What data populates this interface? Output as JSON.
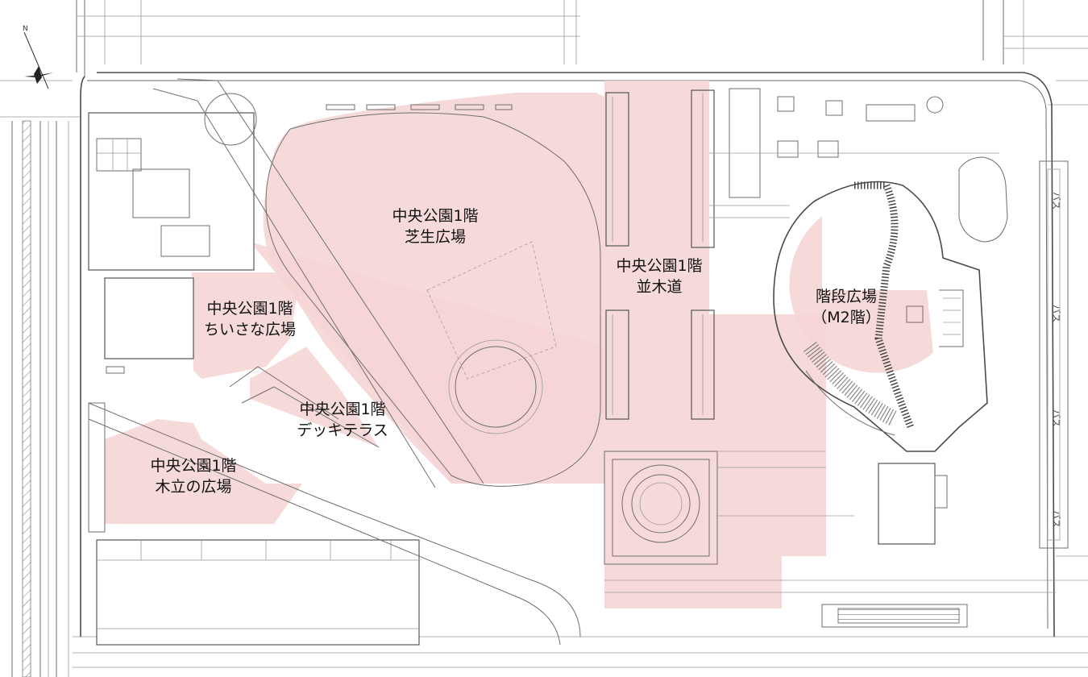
{
  "map": {
    "compass": {
      "letter": "N"
    },
    "areas": [
      {
        "id": "lawn",
        "lines": [
          "中央公園1階",
          "芝生広場"
        ]
      },
      {
        "id": "avenue",
        "lines": [
          "中央公園1階",
          "並木道"
        ]
      },
      {
        "id": "stairs",
        "lines": [
          "階段広場",
          "（M2階）"
        ]
      },
      {
        "id": "small",
        "lines": [
          "中央公園1階",
          "ちいさな広場"
        ]
      },
      {
        "id": "deck",
        "lines": [
          "中央公園1階",
          "デッキテラス"
        ]
      },
      {
        "id": "trees",
        "lines": [
          "中央公園1階",
          "木立の広場"
        ]
      }
    ],
    "bus_lane_text": [
      "バス",
      "バス",
      "バス",
      "バス"
    ],
    "colors": {
      "highlight": "#f5d4d4",
      "line": "#6f6f6f"
    }
  }
}
